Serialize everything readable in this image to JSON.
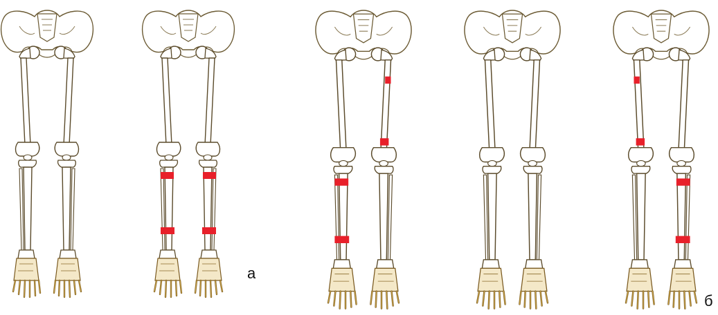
{
  "labels": {
    "a": "а",
    "b": "б"
  },
  "colors": {
    "bone_fill": "#ffffff",
    "bone_stroke": "#5a4a2a",
    "pelvis_stroke": "#6b5a33",
    "foot_shade": "#c9a44a",
    "foot_dark": "#7a5a20",
    "highlight": "#e8202a"
  },
  "figures": [
    {
      "id": "skeleton-1",
      "highlights": []
    },
    {
      "id": "skeleton-2",
      "highlights": [
        "left-tibia-upper",
        "right-tibia-upper",
        "left-tibia-lower",
        "right-tibia-lower"
      ]
    },
    {
      "id": "skeleton-3",
      "highlights": [
        "right-femur-upper",
        "right-femur-lower",
        "left-tibia-upper",
        "left-tibia-lower"
      ]
    },
    {
      "id": "skeleton-4",
      "highlights": []
    },
    {
      "id": "skeleton-5",
      "highlights": [
        "left-femur-upper",
        "left-femur-lower",
        "right-tibia-upper",
        "right-tibia-lower"
      ]
    }
  ]
}
